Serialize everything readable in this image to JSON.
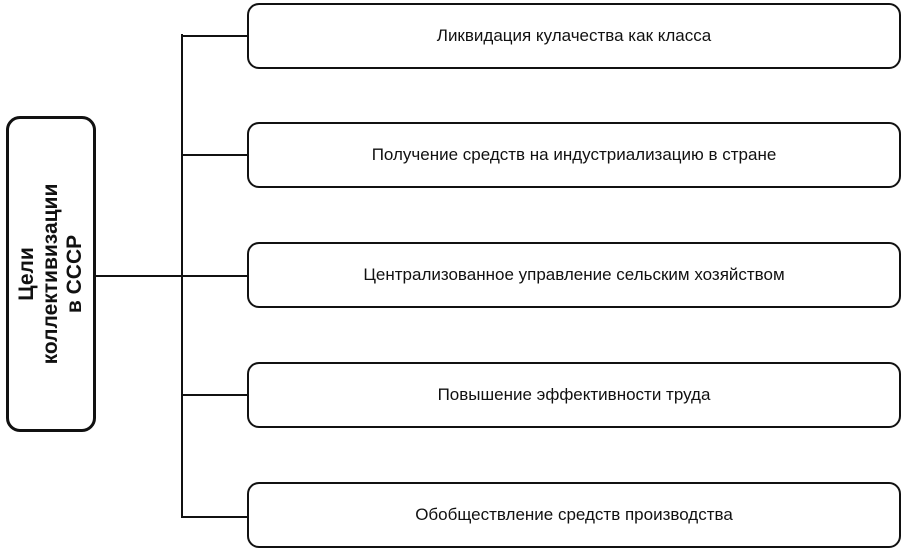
{
  "diagram": {
    "root": {
      "lines": [
        "Цели",
        "коллективизации",
        "в СССР"
      ]
    },
    "goals": [
      {
        "label": "Ликвидация кулачества как класса"
      },
      {
        "label": "Получение средств на индустриализацию в стране"
      },
      {
        "label": "Централизованное управление сельским хозяйством"
      },
      {
        "label": "Повышение эффективности труда"
      },
      {
        "label": "Обобществление средств производства"
      }
    ]
  }
}
